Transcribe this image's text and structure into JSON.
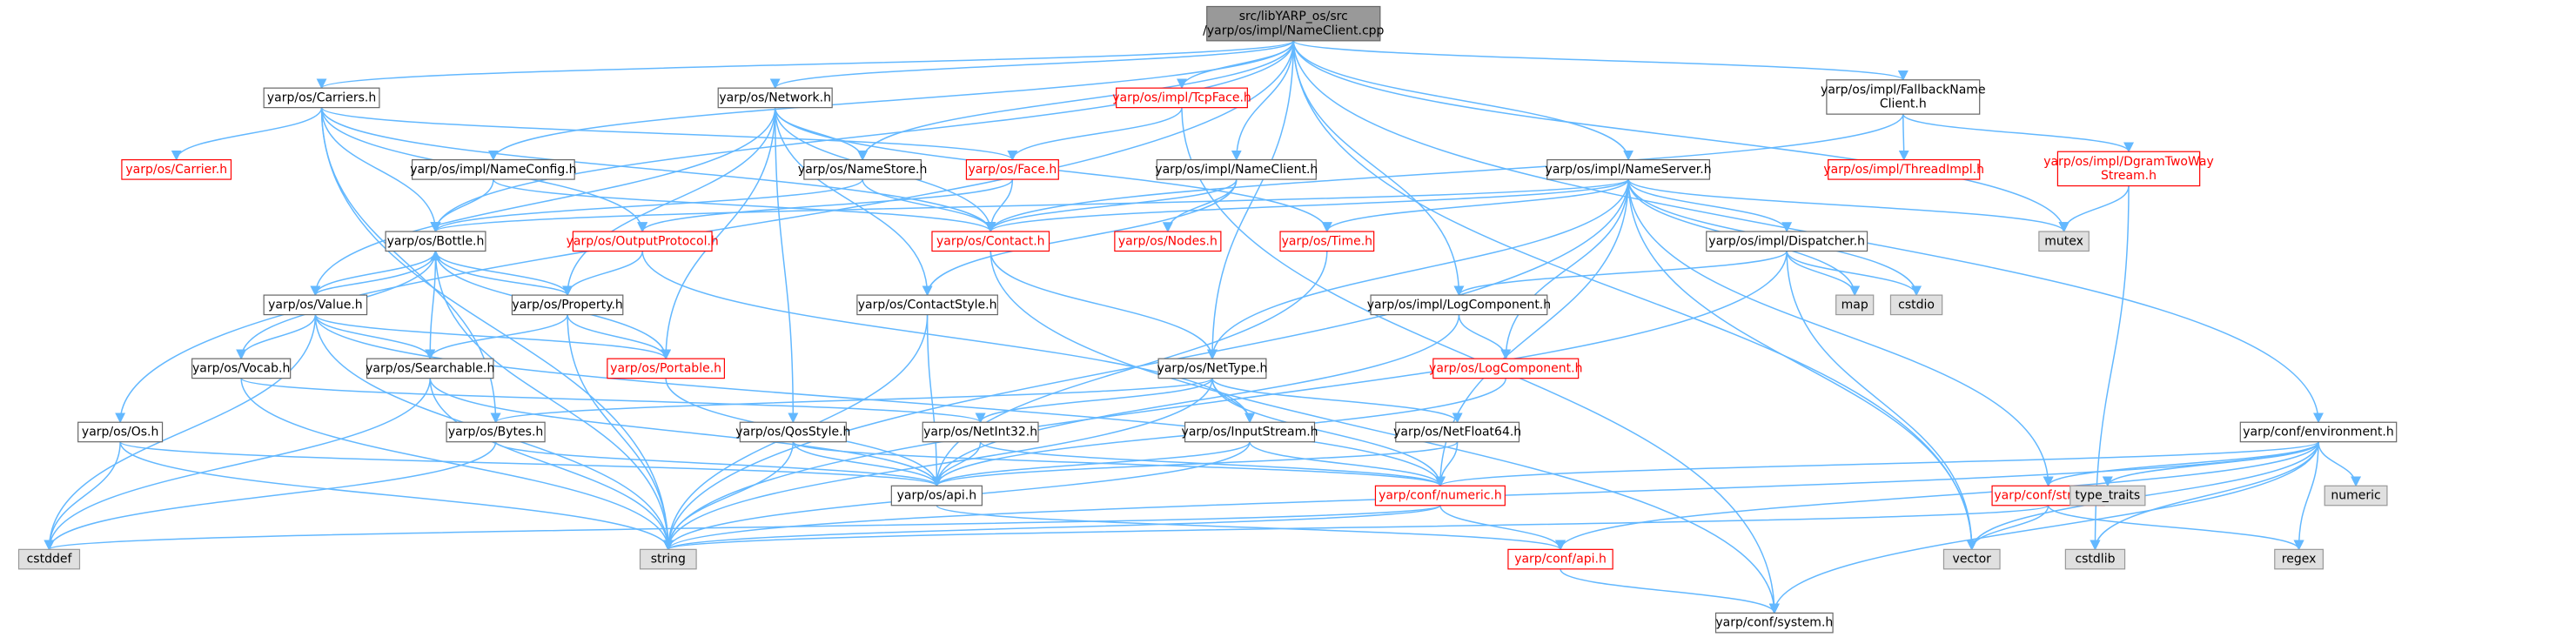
{
  "colors": {
    "edge": "#63b8ff",
    "root_fill": "#999999",
    "node_border": "#666666",
    "missing_border": "#ff0000",
    "system_fill": "#e0e0e0"
  },
  "nodes": {
    "root": [
      "src/libYARP_os/src",
      "/yarp/os/impl/NameClient.cpp"
    ],
    "carriers": [
      "yarp/os/Carriers.h"
    ],
    "network": [
      "yarp/os/Network.h"
    ],
    "tcpface": [
      "yarp/os/impl/TcpFace.h"
    ],
    "fallback": [
      "yarp/os/impl/FallbackName",
      "Client.h"
    ],
    "carrier": [
      "yarp/os/Carrier.h"
    ],
    "nameconfig": [
      "yarp/os/impl/NameConfig.h"
    ],
    "namestore": [
      "yarp/os/NameStore.h"
    ],
    "face": [
      "yarp/os/Face.h"
    ],
    "nameclient": [
      "yarp/os/impl/NameClient.h"
    ],
    "nameserver": [
      "yarp/os/impl/NameServer.h"
    ],
    "threadimpl": [
      "yarp/os/impl/ThreadImpl.h"
    ],
    "dgram": [
      "yarp/os/impl/DgramTwoWay",
      "Stream.h"
    ],
    "bottle": [
      "yarp/os/Bottle.h"
    ],
    "outputprotocol": [
      "yarp/os/OutputProtocol.h"
    ],
    "contact": [
      "yarp/os/Contact.h"
    ],
    "nodes": [
      "yarp/os/Nodes.h"
    ],
    "time": [
      "yarp/os/Time.h"
    ],
    "mutex": [
      "mutex"
    ],
    "value": [
      "yarp/os/Value.h"
    ],
    "property": [
      "yarp/os/Property.h"
    ],
    "contactstyle": [
      "yarp/os/ContactStyle.h"
    ],
    "dispatcher": [
      "yarp/os/impl/Dispatcher.h"
    ],
    "map": [
      "map"
    ],
    "cstdio": [
      "cstdio"
    ],
    "implogcomp": [
      "yarp/os/impl/LogComponent.h"
    ],
    "vocab": [
      "yarp/os/Vocab.h"
    ],
    "searchable": [
      "yarp/os/Searchable.h"
    ],
    "portable": [
      "yarp/os/Portable.h"
    ],
    "nettype": [
      "yarp/os/NetType.h"
    ],
    "logcomp": [
      "yarp/os/LogComponent.h"
    ],
    "os": [
      "yarp/os/Os.h"
    ],
    "bytes": [
      "yarp/os/Bytes.h"
    ],
    "qosstyle": [
      "yarp/os/QosStyle.h"
    ],
    "netint32": [
      "yarp/os/NetInt32.h"
    ],
    "inputstream": [
      "yarp/os/InputStream.h"
    ],
    "netfloat64": [
      "yarp/os/NetFloat64.h"
    ],
    "environment": [
      "yarp/conf/environment.h"
    ],
    "api": [
      "yarp/os/api.h"
    ],
    "numeric": [
      "yarp/conf/numeric.h"
    ],
    "confstring": [
      "yarp/conf/string.h"
    ],
    "type_traits": [
      "type_traits"
    ],
    "numericstd": [
      "numeric"
    ],
    "cstddef": [
      "cstddef"
    ],
    "string": [
      "string"
    ],
    "confapi": [
      "yarp/conf/api.h"
    ],
    "vector": [
      "vector"
    ],
    "cstdlib": [
      "cstdlib"
    ],
    "regex": [
      "regex"
    ],
    "system": [
      "yarp/conf/system.h"
    ]
  }
}
